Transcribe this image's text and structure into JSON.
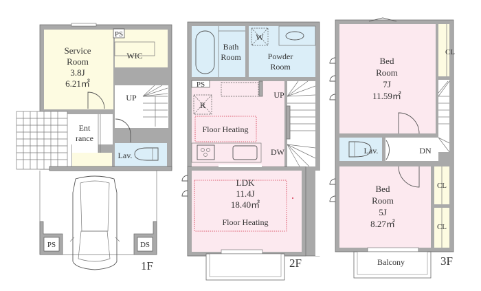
{
  "floors": {
    "f1": {
      "label": "1F",
      "service_room": {
        "name_line1": "Service",
        "name_line2": "Room",
        "size_j": "3.8J",
        "size_m2": "6.21㎡"
      },
      "wic": "WIC",
      "ps_top": "PS",
      "up": "UP",
      "entrance_line1": "Ent",
      "entrance_line2": "rance",
      "lav": "Lav.",
      "ps_bottom": "PS",
      "ds": "DS"
    },
    "f2": {
      "label": "2F",
      "bath": {
        "line1": "Bath",
        "line2": "Room"
      },
      "powder": {
        "line1": "Powder",
        "line2": "Room"
      },
      "w": "W",
      "ps": "PS",
      "r": "R",
      "up": "UP",
      "dw": "DW",
      "kitchen_heating": "Floor Heating",
      "ldk": {
        "name": "LDK",
        "size_j": "11.4J",
        "size_m2": "18.40㎡",
        "heating": "Floor Heating"
      }
    },
    "f3": {
      "label": "3F",
      "bed1": {
        "line1": "Bed",
        "line2": "Room",
        "size_j": "7J",
        "size_m2": "11.59㎡"
      },
      "cl_top": "CL",
      "lav": "Lav.",
      "dn": "DN",
      "bed2": {
        "line1": "Bed",
        "line2": "Room",
        "size_j": "5J",
        "size_m2": "8.27㎡"
      },
      "cl_mid": "CL",
      "cl_bottom": "CL",
      "balcony": "Balcony"
    }
  },
  "colors": {
    "wall": "#a9a9a9",
    "service_yellow": "#fdfbe1",
    "wet_blue": "#dbeef8",
    "room_pink": "#fce9ef",
    "floor_heating_dash": "#d4304a"
  }
}
